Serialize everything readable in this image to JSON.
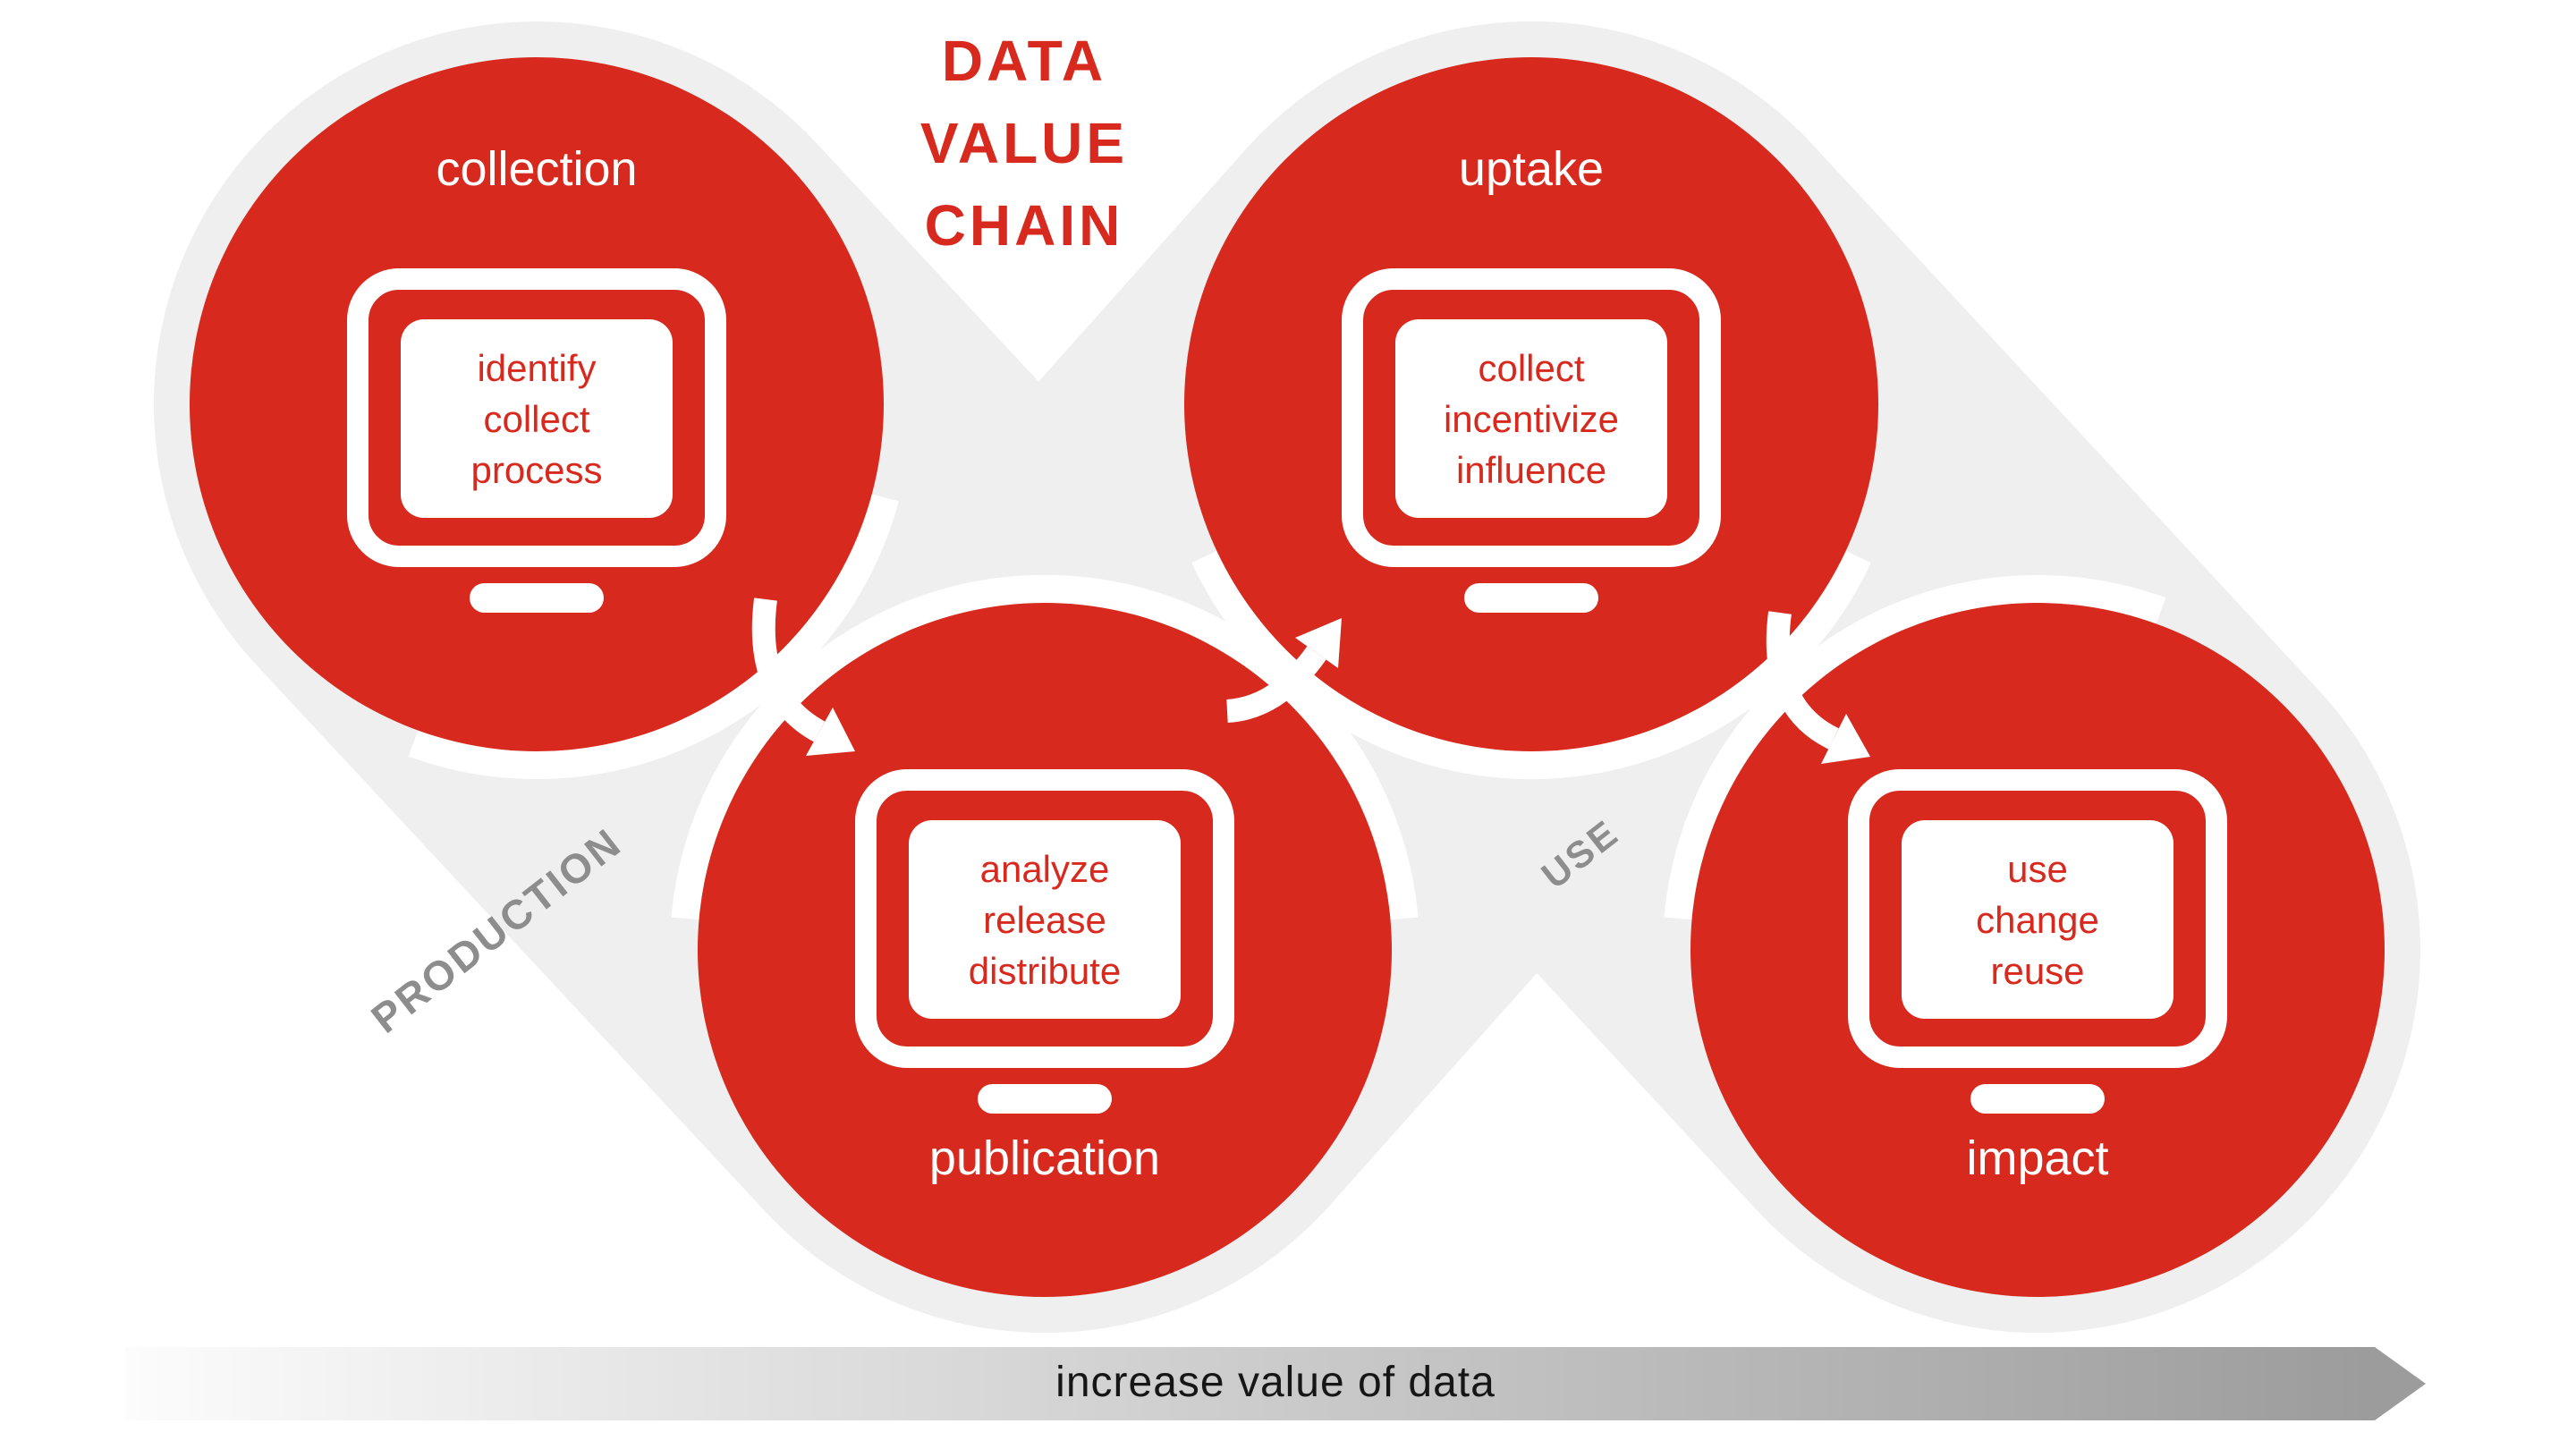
{
  "title": {
    "lines": [
      "DATA",
      "VALUE",
      "CHAIN"
    ]
  },
  "colors": {
    "stage_red": "#d7291d",
    "band_gray": "#efefef",
    "phase_label_gray": "#8d8d8d",
    "value_arrow_gray": "#9c9c9c",
    "footer_text": "#161616"
  },
  "stages": [
    {
      "id": "collection",
      "label": "collection",
      "screen_lines": [
        "identify",
        "collect",
        "process"
      ]
    },
    {
      "id": "publication",
      "label": "publication",
      "screen_lines": [
        "analyze",
        "release",
        "distribute"
      ]
    },
    {
      "id": "uptake",
      "label": "uptake",
      "screen_lines": [
        "collect",
        "incentivize",
        "influence"
      ]
    },
    {
      "id": "impact",
      "label": "impact",
      "screen_lines": [
        "use",
        "change",
        "reuse"
      ]
    }
  ],
  "phases": [
    {
      "label": "PRODUCTION"
    },
    {
      "label": "USE"
    }
  ],
  "footer": {
    "arrow_label": "increase value of data"
  }
}
